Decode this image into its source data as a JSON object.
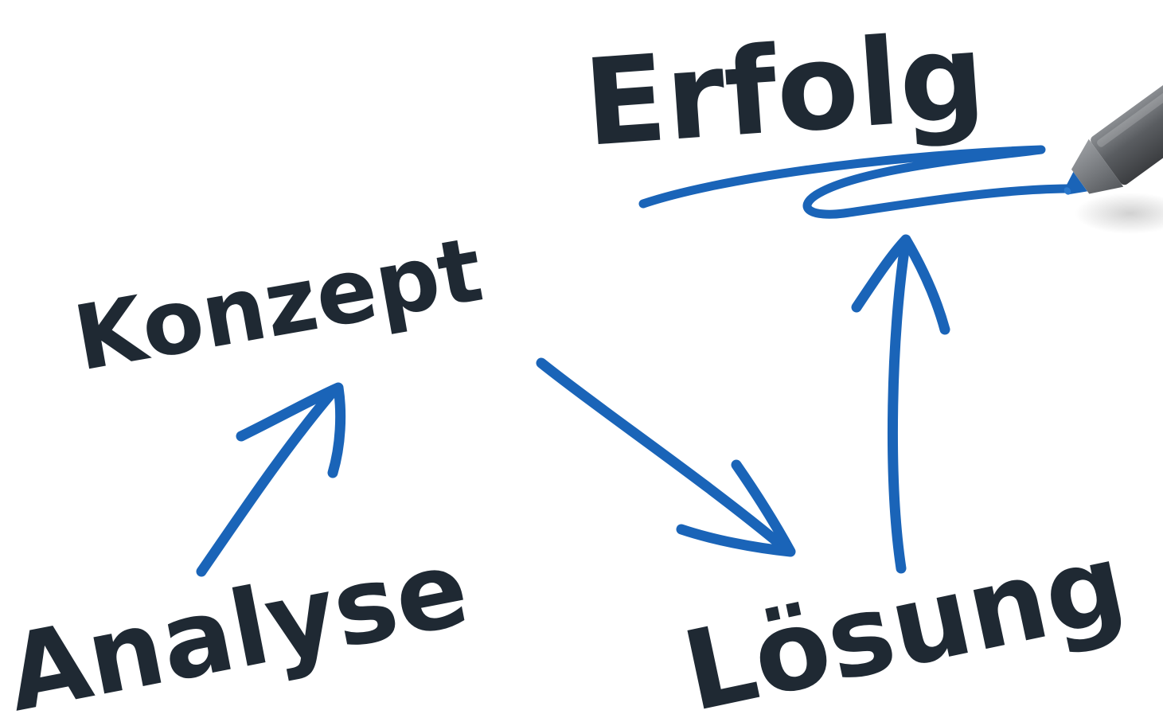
{
  "words": {
    "erfolg": "Erfolg",
    "konzept": "Konzept",
    "analyse": "Analyse",
    "loesung": "Lösung"
  },
  "colors": {
    "ink_text": "#1f2933",
    "marker_blue": "#1a64b8",
    "pen_body": "#5a5d61",
    "background": "#ffffff"
  },
  "icons": {
    "pen": "marker-pen-icon"
  }
}
